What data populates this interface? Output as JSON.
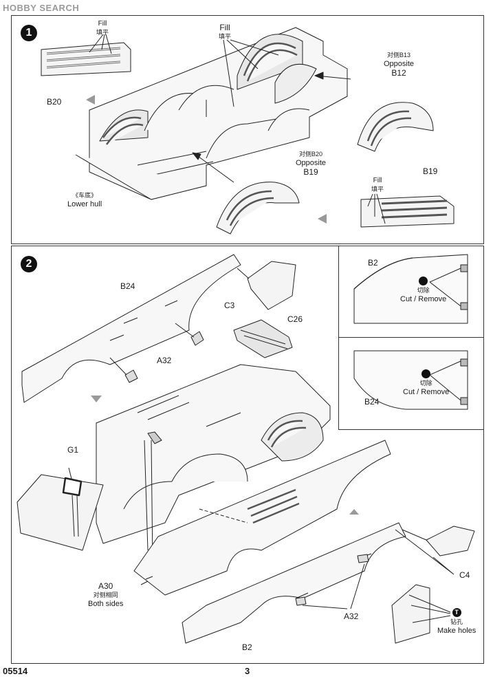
{
  "watermark": "HOBBY SEARCH",
  "footer": {
    "code": "05514",
    "page": "3"
  },
  "step1": {
    "number": "1",
    "fill_top_left": {
      "en": "Fill",
      "cn": "填平"
    },
    "fill_top_center": {
      "en": "Fill",
      "cn": "填平"
    },
    "b20": "B20",
    "b12_opposite": {
      "cn": "对侧B13",
      "en": "Opposite",
      "part": "B12"
    },
    "b19_opposite": {
      "cn": "对侧B20",
      "en": "Opposite",
      "part": "B19"
    },
    "lower_hull": {
      "cn": "《车底》",
      "en": "Lower hull"
    },
    "fill_right": {
      "en": "Fill",
      "cn": "填平"
    },
    "b19_right": "B19"
  },
  "step2": {
    "number": "2",
    "b24": "B24",
    "c3": "C3",
    "c26": "C26",
    "a32_top": "A32",
    "g1": "G1",
    "a30": {
      "part": "A30",
      "cn": "对侧相同",
      "en": "Both sides"
    },
    "c4": "C4",
    "a32_bottom": "A32",
    "b2": "B2",
    "make_holes": {
      "cn": "钻孔",
      "en": "Make holes",
      "icon": "drill-icon"
    },
    "inset_top": {
      "part": "B2",
      "cn": "切除",
      "en": "Cut / Remove",
      "icon": "cut-icon"
    },
    "inset_bottom": {
      "part": "B24",
      "cn": "切除",
      "en": "Cut / Remove",
      "icon": "cut-icon"
    }
  }
}
